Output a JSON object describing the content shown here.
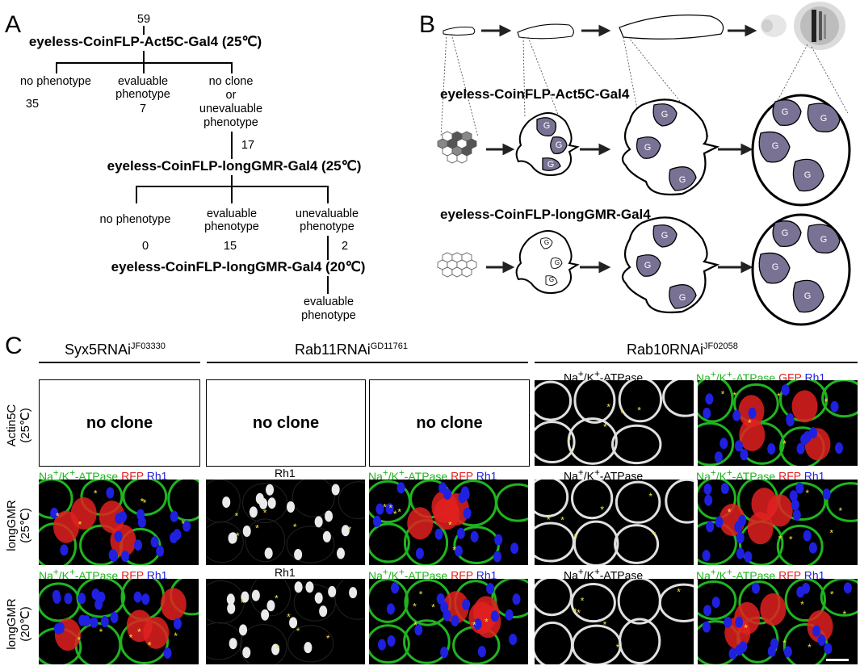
{
  "panel_a": {
    "letter": "A",
    "count_top": "59",
    "title1": "eyeless-CoinFLP-Act5C-Gal4 (25℃)",
    "b1_label": "no phenotype",
    "b1_count": "35",
    "b2_label_l1": "evaluable",
    "b2_label_l2": "phenotype",
    "b2_count": "7",
    "b3_label_l1": "no clone",
    "b3_label_l2": "or",
    "b3_label_l3": "unevaluable",
    "b3_label_l4": "phenotype",
    "b3_count": "17",
    "title2": "eyeless-CoinFLP-longGMR-Gal4 (25℃)",
    "c1_label": "no phenotype",
    "c1_count": "0",
    "c2_label_l1": "evaluable",
    "c2_label_l2": "phenotype",
    "c2_count": "15",
    "c3_label_l1": "unevaluable",
    "c3_label_l2": "phenotype",
    "c3_count": "2",
    "title3": "eyeless-CoinFLP-longGMR-Gal4 (20℃)",
    "d1_label_l1": "evaluable",
    "d1_label_l2": "phenotype"
  },
  "panel_b": {
    "letter": "B",
    "row1_title": "eyeless-CoinFLP-Act5C-Gal4",
    "row2_title": "eyeless-CoinFLP-longGMR-Gal4",
    "clone_mark": "G"
  },
  "panel_c": {
    "letter": "C",
    "col1_head": "Syx5RNAi",
    "col1_sup": "JF03330",
    "col2_head": "Rab11RNAi",
    "col2_sup": "GD11761",
    "col3_head": "Rab10RNAi",
    "col3_sup": "JF02058",
    "row1_label_l1": "Actin5C",
    "row1_label_l2": "(25℃)",
    "row2_label_l1": "longGMR",
    "row2_label_l2": "(25℃)",
    "row3_label_l1": "longGMR",
    "row3_label_l2": "(20℃)",
    "no_clone": "no clone",
    "atpase_l1": "Na",
    "atpase_l2": "/K",
    "atpase_l3": "-ATPase",
    "plus": "+",
    "gfp": "GFP",
    "rfp": "RFP",
    "rh1": "Rh1",
    "colors": {
      "green": "#1fb51f",
      "red": "#e02020",
      "blue": "#2020e0",
      "star": "#f6e23a"
    }
  }
}
